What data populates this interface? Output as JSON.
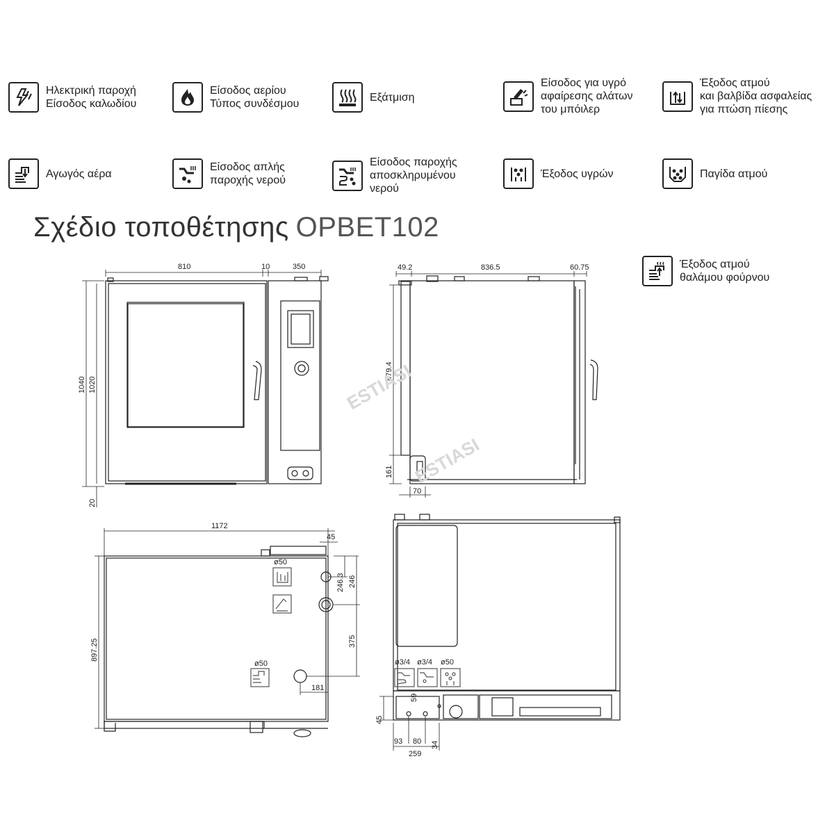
{
  "legend": [
    {
      "id": "power",
      "icon": "electric-supply-icon",
      "lines": [
        "Ηλεκτρική παροχή",
        "Είσοδος καλωδίου"
      ]
    },
    {
      "id": "gas",
      "icon": "gas-flame-icon",
      "lines": [
        "Είσοδος αερίου",
        "Τύπος συνδέσμου"
      ]
    },
    {
      "id": "vapor",
      "icon": "vapor-icon",
      "lines": [
        "Εξάτμιση"
      ]
    },
    {
      "id": "descale",
      "icon": "descaling-inlet-icon",
      "lines": [
        "Είσοδος για υγρό",
        "αφαίρεσης αλάτων",
        "του μπόιλερ"
      ]
    },
    {
      "id": "steam_valve",
      "icon": "steam-outlet-valve-icon",
      "lines": [
        "Έξοδος ατμού",
        "και βαλβίδα ασφαλείας",
        "για πτώση πίεσης"
      ]
    },
    {
      "id": "air",
      "icon": "air-duct-icon",
      "lines": [
        "Αγωγός αέρα"
      ]
    },
    {
      "id": "water",
      "icon": "water-inlet-icon",
      "lines": [
        "Είσοδος απλής",
        "παροχής νερού"
      ]
    },
    {
      "id": "soft_water",
      "icon": "softened-water-icon",
      "lines": [
        "Είσοδος παροχής",
        "αποσκληρυμένου",
        "νερού"
      ]
    },
    {
      "id": "drain",
      "icon": "liquid-drain-icon",
      "lines": [
        "Έξοδος υγρών"
      ]
    },
    {
      "id": "trap",
      "icon": "steam-trap-icon",
      "lines": [
        "Παγίδα ατμού"
      ]
    },
    {
      "id": "chamber_steam",
      "icon": "oven-steam-outlet-icon",
      "lines": [
        "Έξοδος ατμού",
        "θαλάμου φούρνου"
      ]
    }
  ],
  "title": {
    "text": "Σχέδιο τοποθέτησης",
    "model": "OPBET102"
  },
  "watermark": "ESTIASI",
  "front_view": {
    "width_door": "810",
    "gap": "10",
    "width_panel": "350",
    "height_total": "1040",
    "height_body": "1020",
    "feet": "20"
  },
  "side_view": {
    "depth_front": "49.2",
    "depth_body": "836.5",
    "depth_back": "60.75",
    "height": "879.4",
    "base_height": "161",
    "base_depth": "70"
  },
  "top_view": {
    "width": "1172",
    "offset_45": "45",
    "d1": "246.3",
    "d2": "246",
    "d3": "375",
    "d4": "181",
    "depth": "897.25",
    "dia1": "ø50",
    "dia2": "ø50"
  },
  "back_view": {
    "c1": "ø3/4",
    "c2": "ø3/4",
    "c3": "ø50",
    "h45": "45",
    "d59": "59",
    "d93": "93",
    "d80": "80",
    "d34": "34",
    "d259": "259"
  }
}
